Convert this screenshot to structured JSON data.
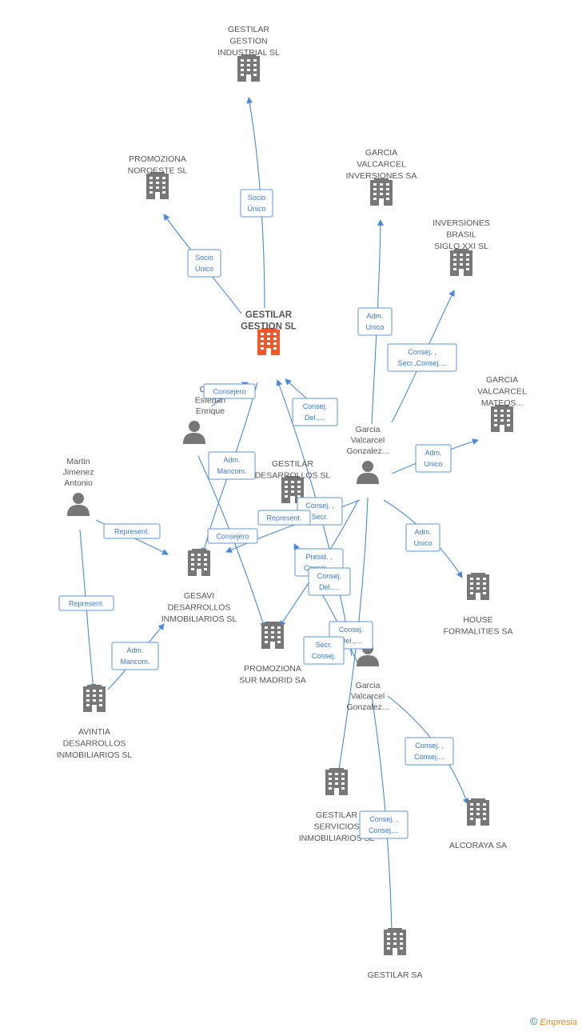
{
  "colors": {
    "edge": "#4a89d8",
    "label_box_border": "#5b95d6",
    "label_text": "#3a78c8",
    "node_icon": "#777777",
    "main_node_icon": "#f05a28",
    "node_text": "#555555"
  },
  "nodes": [
    {
      "id": "gestilar_gestion_industrial",
      "kind": "company",
      "icon": "building-icon",
      "label": [
        "GESTILAR",
        "GESTION",
        "INDUSTRIAL  SL"
      ]
    },
    {
      "id": "promoziona_noroeste",
      "kind": "company",
      "icon": "building-icon",
      "label": [
        "PROMOZIONA",
        "NOROESTE  SL"
      ]
    },
    {
      "id": "garcia_valcarcel_inversiones",
      "kind": "company",
      "icon": "building-icon",
      "label": [
        "GARCIA",
        "VALCARCEL",
        "INVERSIONES SA"
      ]
    },
    {
      "id": "inversiones_brasil",
      "kind": "company",
      "icon": "building-icon",
      "label": [
        "INVERSIONES",
        "BRASIL",
        "SIGLO XXI SL"
      ]
    },
    {
      "id": "gestilar_gestion",
      "kind": "company",
      "icon": "building-icon",
      "main": true,
      "label": [
        "GESTILAR",
        "GESTION SL"
      ]
    },
    {
      "id": "garcia_valcarcel_mateos",
      "kind": "company",
      "icon": "building-icon",
      "label": [
        "GARCIA",
        "VALCARCEL",
        "MATEOS..."
      ]
    },
    {
      "id": "calvo_esteban",
      "kind": "person",
      "icon": "person-icon",
      "label": [
        "Calvo",
        "Esteban",
        "Enrique"
      ]
    },
    {
      "id": "garcia_valcarcel_1",
      "kind": "person",
      "icon": "person-icon",
      "label": [
        "Garcia",
        "Valcarcel",
        "Gonzalez..."
      ]
    },
    {
      "id": "martin_jimenez",
      "kind": "person",
      "icon": "person-icon",
      "label": [
        "Martin",
        "Jimenez",
        "Antonio"
      ]
    },
    {
      "id": "gestilar_desarrollos",
      "kind": "company",
      "icon": "building-icon",
      "label": [
        "GESTILAR",
        "DESARROLLOS SL"
      ]
    },
    {
      "id": "gesavi",
      "kind": "company",
      "icon": "building-icon",
      "label": [
        "GESAVI",
        "DESARROLLOS",
        "INMOBILIARIOS SL"
      ]
    },
    {
      "id": "house_formalities",
      "kind": "company",
      "icon": "building-icon",
      "label": [
        "HOUSE",
        "FORMALITIES SA"
      ]
    },
    {
      "id": "promoziona_sur_madrid",
      "kind": "company",
      "icon": "building-icon",
      "label": [
        "PROMOZIONA",
        "SUR MADRID SA"
      ]
    },
    {
      "id": "garcia_valcarcel_2",
      "kind": "person",
      "icon": "person-icon",
      "label": [
        "Garcia",
        "Valcarcel",
        "Gonzalez..."
      ]
    },
    {
      "id": "avintia",
      "kind": "company",
      "icon": "building-icon",
      "label": [
        "AVINTIA",
        "DESARROLLOS",
        "INMOBILIARIOS SL"
      ]
    },
    {
      "id": "gestilar_servicios",
      "kind": "company",
      "icon": "building-icon",
      "label": [
        "GESTILAR",
        "SERVICIOS",
        "INMOBILIARIOS SL"
      ]
    },
    {
      "id": "alcoraya",
      "kind": "company",
      "icon": "building-icon",
      "label": [
        "ALCORAYA SA"
      ]
    },
    {
      "id": "gestilar_sa",
      "kind": "company",
      "icon": "building-icon",
      "label": [
        "GESTILAR SA"
      ]
    }
  ],
  "relations": [
    {
      "id": "r1",
      "label": [
        "Socio",
        "Único"
      ]
    },
    {
      "id": "r2",
      "label": [
        "Socio",
        "Único"
      ]
    },
    {
      "id": "r3",
      "label": [
        "Adm.",
        "Unico"
      ]
    },
    {
      "id": "r4",
      "label": [
        "Consej. ,",
        "Secr.,Consej...."
      ]
    },
    {
      "id": "r5",
      "label": [
        "Consejero"
      ]
    },
    {
      "id": "r6",
      "label": [
        "Consej.",
        "Del.,..."
      ]
    },
    {
      "id": "r7",
      "label": [
        "Adm.",
        "Unico"
      ]
    },
    {
      "id": "r8",
      "label": [
        "Adm.",
        "Mancom."
      ]
    },
    {
      "id": "r9",
      "label": [
        "Represent."
      ]
    },
    {
      "id": "r10",
      "label": [
        "Consej. ,",
        "Secr."
      ]
    },
    {
      "id": "r11",
      "label": [
        "Represent."
      ]
    },
    {
      "id": "r12",
      "label": [
        "Consejero"
      ]
    },
    {
      "id": "r13",
      "label": [
        "Adm.",
        "Unico"
      ]
    },
    {
      "id": "r14",
      "label": [
        "Presid. ,",
        "Consej...."
      ]
    },
    {
      "id": "r15",
      "label": [
        "Consej.",
        "Del.,..."
      ]
    },
    {
      "id": "r16",
      "label": [
        "Represent."
      ]
    },
    {
      "id": "r17",
      "label": [
        "Adm.",
        "Mancom."
      ]
    },
    {
      "id": "r18",
      "label": [
        "Consej.",
        "Del.,..."
      ]
    },
    {
      "id": "r19",
      "label": [
        "Secr.",
        "Consej."
      ]
    },
    {
      "id": "r20",
      "label": [
        "Consej. ,",
        "Consej...."
      ]
    },
    {
      "id": "r21",
      "label": [
        "Consej. ,",
        "Consej...."
      ]
    }
  ],
  "footer": {
    "copyright_symbol": "©",
    "brand": "Empresia"
  }
}
